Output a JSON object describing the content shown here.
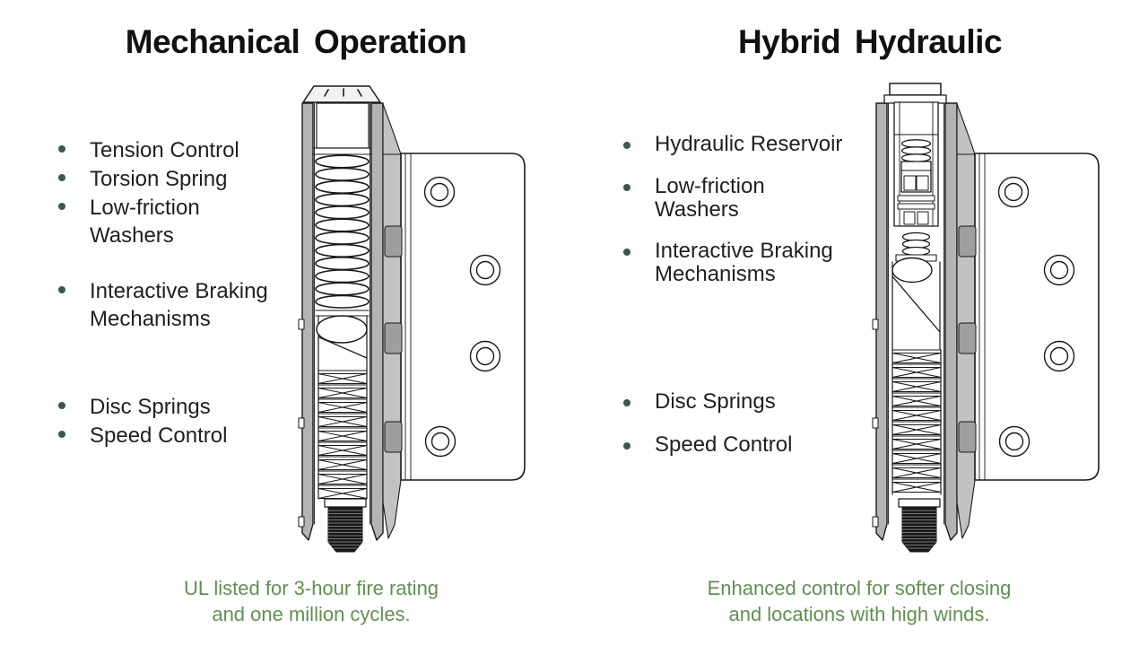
{
  "slide": {
    "background": "#ffffff",
    "colors": {
      "title": "#111111",
      "bullet_text": "#1f1f1f",
      "bullet_dot": "#3a5a46",
      "caption": "#5e9150",
      "drawing_line": "#1a1a1a",
      "drawing_gray": "#b4b4b4"
    },
    "panels": [
      {
        "id": "mechanical",
        "title": "Mechanical Operation",
        "illustration": "mechanical-hinge-cross-section",
        "bullets": [
          {
            "lines": [
              "Tension Control"
            ]
          },
          {
            "lines": [
              "Torsion Spring"
            ]
          },
          {
            "lines": [
              "Low-friction",
              "Washers"
            ]
          },
          {
            "lines": [
              "Interactive Braking",
              "Mechanisms"
            ]
          },
          {
            "lines": [
              "Disc Springs"
            ]
          },
          {
            "lines": [
              "Speed Control"
            ]
          }
        ],
        "caption_lines": [
          "UL listed for 3-hour fire rating",
          "and one million cycles."
        ]
      },
      {
        "id": "hybrid",
        "title": "Hybrid Hydraulic",
        "illustration": "hydraulic-hinge-cross-section",
        "bullets": [
          {
            "lines": [
              "Hydraulic Reservoir"
            ]
          },
          {
            "lines": [
              "Low-friction",
              "Washers"
            ]
          },
          {
            "lines": [
              "Interactive Braking",
              "Mechanisms"
            ]
          },
          {
            "lines": [
              "Disc Springs"
            ]
          },
          {
            "lines": [
              "Speed Control"
            ]
          }
        ],
        "caption_lines": [
          "Enhanced control for softer closing",
          "and locations with high winds."
        ]
      }
    ]
  }
}
